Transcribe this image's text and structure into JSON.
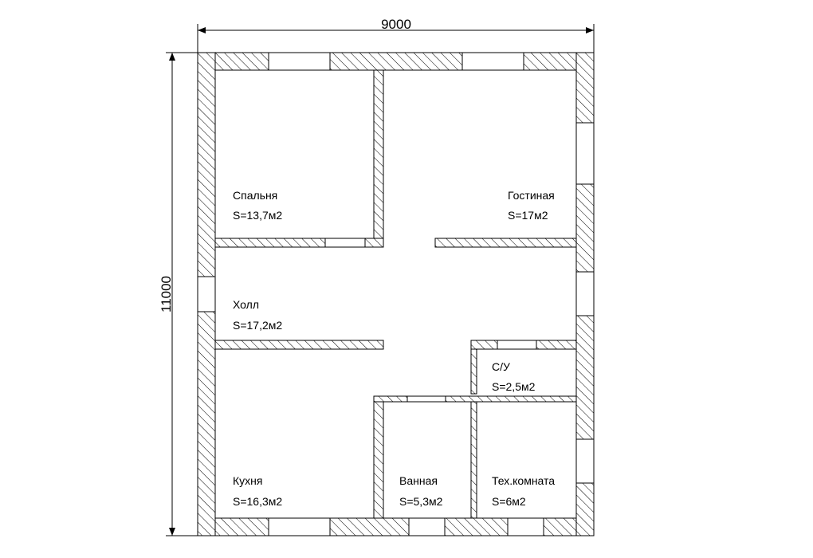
{
  "dimensions": {
    "width": "9000",
    "height": "11000"
  },
  "rooms": {
    "bedroom": {
      "name": "Спальня",
      "area": "S=13,7м2"
    },
    "living_room": {
      "name": "Гостиная",
      "area": "S=17м2"
    },
    "hall": {
      "name": "Холл",
      "area": "S=17,2м2"
    },
    "wc": {
      "name": "С/У",
      "area": "S=2,5м2"
    },
    "kitchen": {
      "name": "Кухня",
      "area": "S=16,3м2"
    },
    "bathroom": {
      "name": "Ванная",
      "area": "S=5,3м2"
    },
    "utility_room": {
      "name": "Тех.комната",
      "area": "S=6м2"
    }
  },
  "colors": {
    "line": "#000000",
    "background": "#ffffff"
  }
}
